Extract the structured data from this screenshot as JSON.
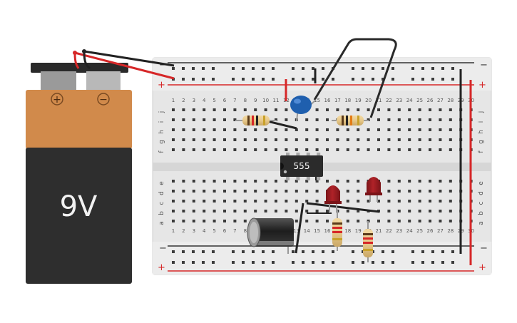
{
  "battery": {
    "label": "9V",
    "plus_symbol": "+",
    "minus_symbol": "−",
    "top_color": "#d18a4b",
    "body_color": "#2e2e2e"
  },
  "breadboard": {
    "column_count": 30,
    "column_labels_shown": [
      "1",
      "2",
      "3",
      "4",
      "5",
      "6",
      "7",
      "8",
      "9",
      "10",
      "11",
      "12",
      "13",
      "14",
      "15",
      "16",
      "17",
      "18",
      "19",
      "20",
      "21",
      "22",
      "23",
      "24",
      "25",
      "26",
      "27",
      "28",
      "29",
      "30"
    ],
    "top_rows": [
      "j",
      "i",
      "h",
      "g",
      "f"
    ],
    "bottom_rows": [
      "e",
      "d",
      "c",
      "b",
      "a"
    ],
    "rail_minus": "−",
    "rail_plus": "+",
    "rail_plus_color": "#d62728",
    "rail_minus_color": "#333333"
  },
  "ic": {
    "label": "555",
    "color": "#2b2b2b"
  },
  "components": {
    "capacitor_ceramic": "blue-ceramic-capacitor",
    "capacitor_electrolytic": "electrolytic-capacitor",
    "resistors": 4,
    "leds": 2,
    "led_color": "#a51e22"
  }
}
